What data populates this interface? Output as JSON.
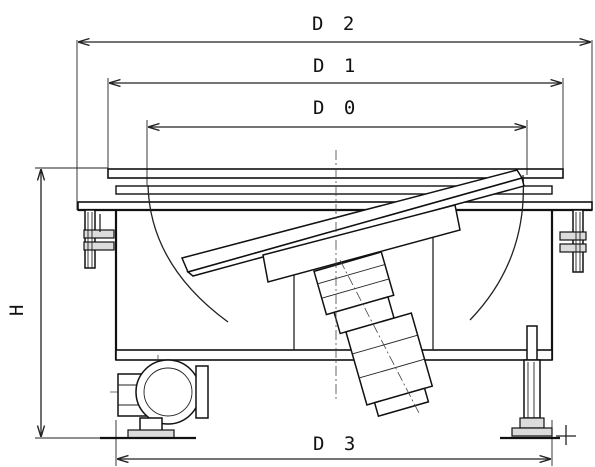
{
  "labels": {
    "d2": "D 2",
    "d1": "D 1",
    "d0": "D 0",
    "d3": "D 3",
    "h": "H"
  }
}
